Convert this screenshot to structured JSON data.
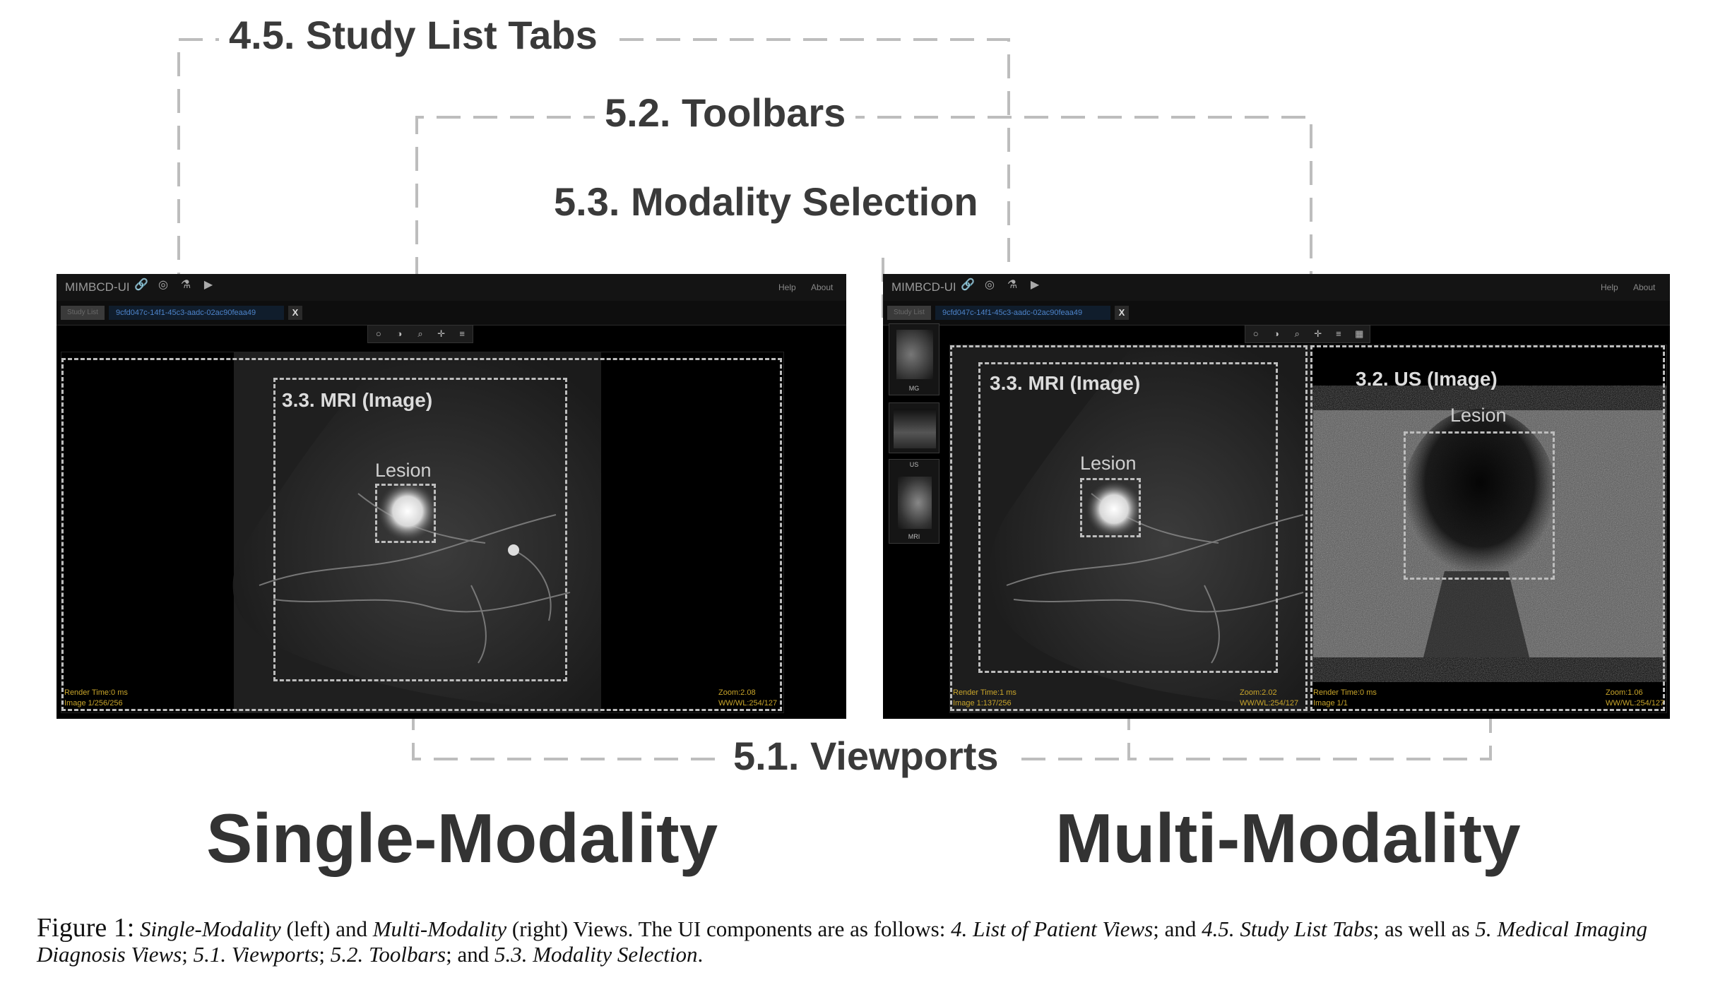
{
  "callouts": {
    "study_list_tabs": "4.5. Study List Tabs",
    "toolbars": "5.2. Toolbars",
    "modality_selection": "5.3. Modality Selection",
    "viewports": "5.1. Viewports"
  },
  "views": {
    "single_title": "Single-Modality",
    "multi_title": "Multi-Modality"
  },
  "app": {
    "brand": "MIMBCD-UI",
    "help": "Help",
    "about": "About",
    "study_list_tab": "Study List",
    "study_uid": "9cfd047c-14f1-45c3-aadc-02ac90feaa49",
    "close_tab": "X",
    "header_icons": [
      "link-icon",
      "github-icon",
      "flask-icon",
      "youtube-icon"
    ],
    "toolbar_icons": [
      "circle-icon",
      "contrast-icon",
      "zoom-icon",
      "pan-icon",
      "menu-icon",
      "layout-icon"
    ]
  },
  "single_view": {
    "image_label": "3.3. MRI (Image)",
    "lesion_label": "Lesion",
    "render_time": "Render Time:0 ms",
    "image_index": "Image 1/256/256",
    "zoom": "Zoom:2.08",
    "wwwl": "WW/WL:254/127"
  },
  "multi_view": {
    "thumbnails": [
      {
        "tag": "MG"
      },
      {
        "tag": ""
      },
      {
        "tag": "US",
        "top_tag": "US"
      },
      {
        "tag": "MRI"
      }
    ],
    "mri": {
      "image_label": "3.3. MRI (Image)",
      "lesion_label": "Lesion",
      "render_time": "Render Time:1 ms",
      "image_index": "Image 1:137/256",
      "zoom": "Zoom:2.02",
      "wwwl": "WW/WL:254/127"
    },
    "us": {
      "image_label": "3.2. US (Image)",
      "lesion_label": "Lesion",
      "render_time": "Render Time:0 ms",
      "image_index": "Image 1/1",
      "zoom": "Zoom:1.06",
      "wwwl": "WW/WL:254/127"
    }
  },
  "caption": {
    "figure": "Figure 1:",
    "t1": "Single-Modality",
    "t2": " (left) and ",
    "t3": "Multi-Modality",
    "t4": " (right) Views. The UI components are as follows: ",
    "t5": "4. List of Patient Views",
    "t6": "; and ",
    "t7": "4.5. Study List Tabs",
    "t8": "; as well as ",
    "t9": "5. Medical Imaging Diagnosis Views",
    "t10": "; ",
    "t11": "5.1. Viewports",
    "t12": "; ",
    "t13": "5.2. Toolbars",
    "t14": "; and ",
    "t15": "5.3. Modality Selection",
    "t16": "."
  },
  "colors": {
    "overlay_text": "#c9a52a",
    "uid_text": "#4d83c9",
    "guide_lines": "#bdbdbd"
  }
}
